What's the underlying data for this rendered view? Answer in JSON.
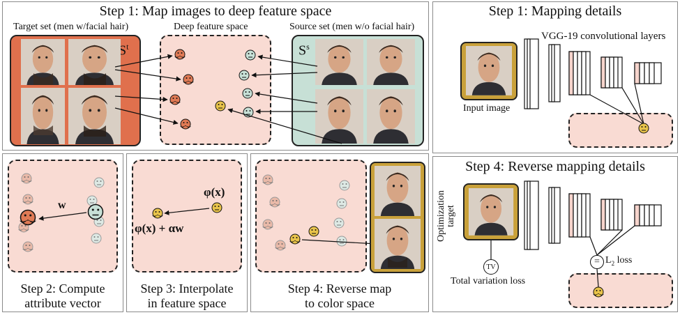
{
  "step1_panel": {
    "title": "Step 1: Map images to deep feature space",
    "target_label": "Target set (men w/facial hair)",
    "deep_label": "Deep feature space",
    "source_label": "Source set (men w/o facial hair)",
    "target_symbol": "S",
    "target_sup": "t",
    "source_symbol": "S",
    "source_sup": "s"
  },
  "mapping_details": {
    "title": "Step 1: Mapping details",
    "vgg_label": "VGG-19 convolutional layers",
    "input_label": "Input image"
  },
  "reverse_details": {
    "title": "Step 4: Reverse mapping details",
    "opt_label_1": "Optimization",
    "opt_label_2": "target",
    "tv_symbol": "TV",
    "tv_label": "Total variation loss",
    "eq_symbol": "=",
    "l2_label": "L",
    "l2_sub": "2",
    "l2_rest": " loss"
  },
  "step2": {
    "caption_1": "Step 2: Compute",
    "caption_2": "attribute vector",
    "w_label": "w"
  },
  "step3": {
    "caption_1": "Step 3: Interpolate",
    "caption_2": "in feature space",
    "phi_label": "φ(x)",
    "interp_label": "φ(x) + αw"
  },
  "step4": {
    "caption_1": "Step 4: Reverse map",
    "caption_2": "to color space"
  },
  "colors": {
    "target_bg": "#e0704d",
    "source_bg": "#c7e0d6",
    "feature_bg": "#f9dbd3",
    "gold_frame": "#c9a13a",
    "mustache_face": "#e07a55",
    "plain_face": "#c7e0d6",
    "highlight_face": "#e8c34a"
  },
  "icons": [
    "mustache-face-icon",
    "plain-face-icon",
    "highlight-face-icon",
    "arrow-icon",
    "conv-layer-icon"
  ]
}
